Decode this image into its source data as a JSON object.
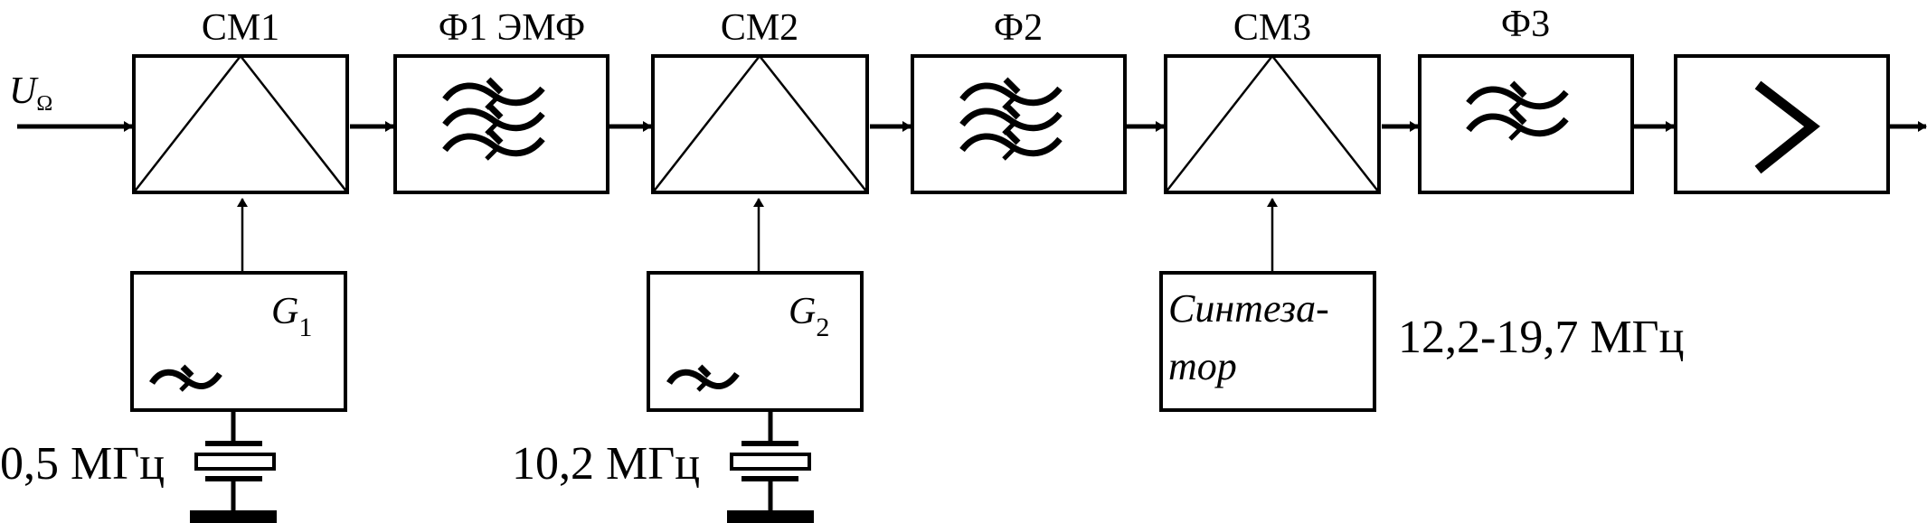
{
  "input_label": {
    "main": "U",
    "sub": "Ω"
  },
  "blocks": {
    "cm1": {
      "title": "СМ1"
    },
    "f1": {
      "title": "Ф1 ЭМФ"
    },
    "cm2": {
      "title": "СМ2"
    },
    "f2": {
      "title": "Ф2"
    },
    "cm3": {
      "title": "СМ3"
    },
    "f3": {
      "title": "Ф3"
    },
    "amp": {
      "title": ""
    }
  },
  "oscillators": {
    "g1": {
      "label": "G",
      "sub": "1",
      "freq": "0,5 МГц"
    },
    "g2": {
      "label": "G",
      "sub": "2",
      "freq": "10,2 МГц"
    },
    "synth": {
      "line1": "Синтеза-",
      "line2": "тор",
      "freq": "12,2-19,7 МГц"
    }
  }
}
